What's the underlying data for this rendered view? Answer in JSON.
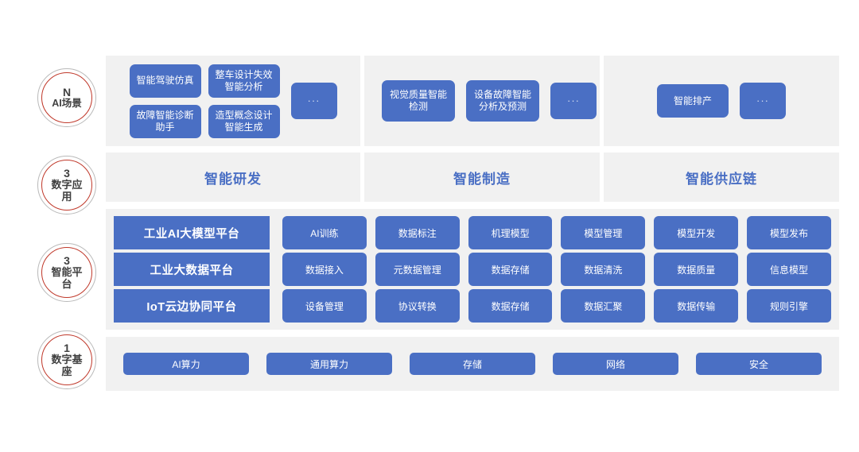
{
  "levels": [
    {
      "num": "N",
      "label": "AI场景",
      "style": "wide"
    },
    {
      "num": "3",
      "label": "数字应用",
      "style": "stacked"
    },
    {
      "num": "3",
      "label": "智能平台",
      "style": "stacked"
    },
    {
      "num": "1",
      "label": "数字基座",
      "style": "stacked"
    }
  ],
  "colors": {
    "blue": "#4a6fc4",
    "panel_bg": "#f1f1f1",
    "ring_outer": "#b9b9b9",
    "ring_inner": "#c0392b",
    "title_blue": "#4a6fc4"
  },
  "scenarios": {
    "columns": [
      {
        "chips": [
          "智能驾驶仿真",
          "整车设计失效智能分析",
          "故障智能诊断助手",
          "造型概念设计智能生成"
        ],
        "more": "···"
      },
      {
        "chips": [
          "视觉质量智能检测",
          "设备故障智能分析及预测"
        ],
        "more": "···"
      },
      {
        "chips": [
          "智能排产"
        ],
        "more": "···"
      }
    ]
  },
  "applications": {
    "titles": [
      "智能研发",
      "智能制造",
      "智能供应链"
    ]
  },
  "platforms": {
    "rows": [
      {
        "label": "工业AI大模型平台",
        "cells": [
          "AI训练",
          "数据标注",
          "机理模型",
          "模型管理",
          "模型开发",
          "模型发布"
        ]
      },
      {
        "label": "工业大数据平台",
        "cells": [
          "数据接入",
          "元数据管理",
          "数据存储",
          "数据清洗",
          "数据质量",
          "信息模型"
        ]
      },
      {
        "label": "IoT云边协同平台",
        "cells": [
          "设备管理",
          "协议转换",
          "数据存储",
          "数据汇聚",
          "数据传输",
          "规则引擎"
        ]
      }
    ]
  },
  "infrastructure": {
    "cells": [
      "AI算力",
      "通用算力",
      "存储",
      "网络",
      "安全"
    ]
  }
}
